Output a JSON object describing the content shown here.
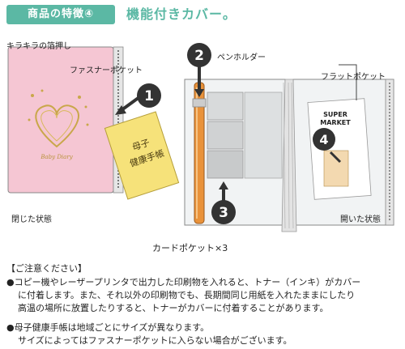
{
  "header": {
    "badge": "商品の特徴④",
    "title": "機能付きカバー。"
  },
  "callouts": {
    "foil": "キラキラの箔押し",
    "fastener_pocket": "ファスナーポケット",
    "pen_holder": "ペンホルダー",
    "flat_pocket": "フラットポケット",
    "card_pocket": "カードポケット×3",
    "closed_state": "閉じた状態",
    "open_state": "開いた状態"
  },
  "markers": [
    "1",
    "2",
    "3",
    "4"
  ],
  "book_cover_text": "Baby Diary",
  "handbook_text": "母子\n健康手帳",
  "receipt_text": [
    "SUPER",
    "MARKET"
  ],
  "notes": {
    "heading": "【ご注意ください】",
    "item1_line1": "●コピー機やレーザープリンタで出力した印刷物を入れると、トナー（インキ）がカバー",
    "item1_line2": "に付着します。また、それ以外の印刷物でも、長期間同じ用紙を入れたままにしたり",
    "item1_line3": "高温の場所に放置したりすると、トナーがカバーに付着することがあります。",
    "item2_line1": "●母子健康手帳は地域ごとにサイズが異なります。",
    "item2_line2": "サイズによってはファスナーポケットに入らない場合がございます。"
  },
  "colors": {
    "accent": "#5bb8a4",
    "cover_pink": "#f5c6d3",
    "foil_gold": "#c9a74a",
    "handbook_yellow": "#f6e27a",
    "pen_orange": "#e9923a",
    "marker_dark": "#333333"
  }
}
